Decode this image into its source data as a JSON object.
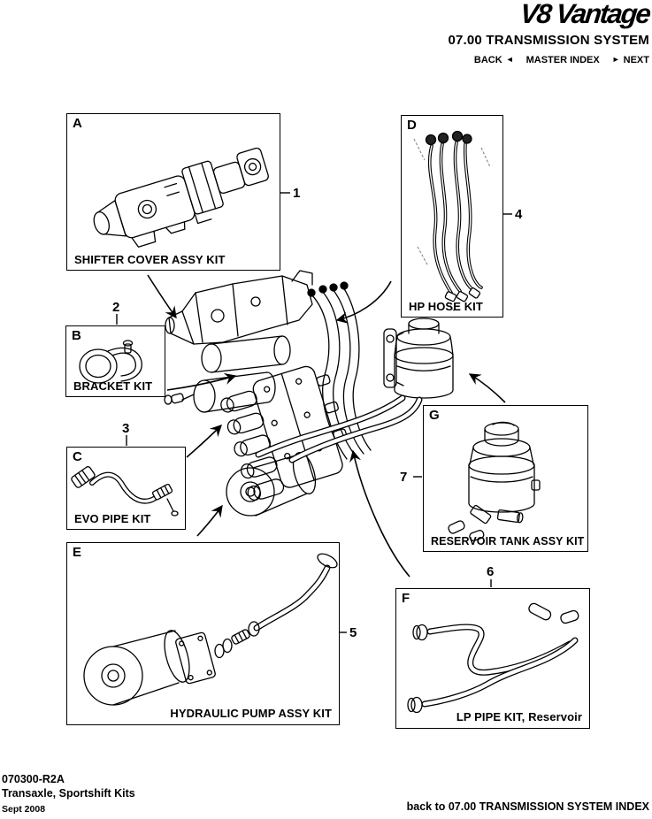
{
  "header": {
    "brand": "V8 Vantage",
    "section_title": "07.00 TRANSMISSION SYSTEM",
    "nav": {
      "back_label": "BACK",
      "back_arrow": "◄",
      "master_index_label": "MASTER INDEX",
      "next_arrow": "►",
      "next_label": "NEXT"
    }
  },
  "kits": [
    {
      "label": "A",
      "caption": "SHIFTER COVER ASSY KIT",
      "callout": "1"
    },
    {
      "label": "B",
      "caption": "BRACKET KIT",
      "callout": "2"
    },
    {
      "label": "C",
      "caption": "EVO PIPE KIT",
      "callout": "3"
    },
    {
      "label": "D",
      "caption": "HP HOSE KIT",
      "callout": "4"
    },
    {
      "label": "E",
      "caption": "HYDRAULIC PUMP ASSY KIT",
      "callout": "5"
    },
    {
      "label": "F",
      "caption": "LP PIPE KIT, Reservoir",
      "callout": "6"
    },
    {
      "label": "G",
      "caption": "RESERVOIR TANK ASSY KIT",
      "callout": "7"
    }
  ],
  "footer": {
    "doc_code": "070300-R2A",
    "doc_title": "Transaxle, Sportshift Kits",
    "date": "Sept 2008",
    "index_link": "back to 07.00 TRANSMISSION SYSTEM INDEX"
  },
  "colors": {
    "ink": "#000000",
    "paper": "#ffffff"
  }
}
